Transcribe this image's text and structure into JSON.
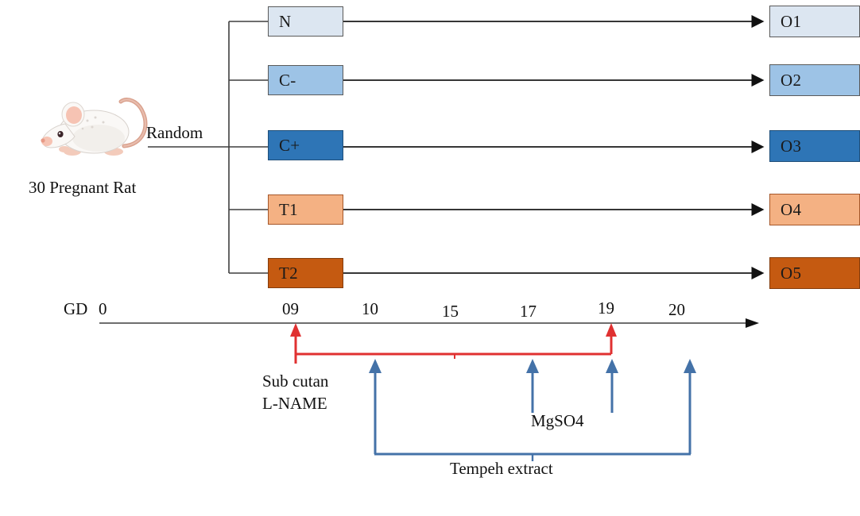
{
  "diagram": {
    "title": "Randomized pregnant rat experiment flow and gestational day timeline",
    "subject": {
      "icon": "rat-illustration",
      "caption": "30 Pregnant Rat",
      "allocation_label": "Random"
    },
    "groups": [
      {
        "id": "N",
        "label": "N",
        "color": "#DCE6F1",
        "border": "#5a5a5a",
        "outcome": "O1"
      },
      {
        "id": "C-",
        "label": "C-",
        "color": "#9DC3E6",
        "border": "#5a5a5a",
        "outcome": "O2"
      },
      {
        "id": "C+",
        "label": "C+",
        "color": "#2E75B6",
        "border": "#1F4E79",
        "outcome": "O3"
      },
      {
        "id": "T1",
        "label": "T1",
        "color": "#F4B183",
        "border": "#A5572A",
        "outcome": "O4"
      },
      {
        "id": "T2",
        "label": "T2",
        "color": "#C55A11",
        "border": "#843C0C",
        "outcome": "O5"
      }
    ],
    "outcomes": [
      {
        "label": "O1",
        "color": "#DCE6F1",
        "border": "#5a5a5a"
      },
      {
        "label": "O2",
        "color": "#9DC3E6",
        "border": "#5a5a5a"
      },
      {
        "label": "O3",
        "color": "#2E75B6",
        "border": "#1F4E79"
      },
      {
        "label": "O4",
        "color": "#F4B183",
        "border": "#A5572A"
      },
      {
        "label": "O5",
        "color": "#C55A11",
        "border": "#843C0C"
      }
    ]
  },
  "timeline": {
    "axis_label": "GD",
    "ticks": [
      "0",
      "09",
      "10",
      "15",
      "17",
      "19",
      "20"
    ],
    "tick_0": "0",
    "tick_09": "09",
    "tick_10": "10",
    "tick_15": "15",
    "tick_17": "17",
    "tick_19": "19",
    "tick_20": "20",
    "interventions": [
      {
        "name": "Sub cutan L-NAME",
        "label_line1": "Sub cutan",
        "label_line2": "L-NAME",
        "color": "#E03131",
        "span_from": "09",
        "span_to": "19"
      },
      {
        "name": "MgSO4",
        "label": "MgSO4",
        "color": "#4472A8",
        "days": [
          "17",
          "19"
        ]
      },
      {
        "name": "Tempeh extract",
        "label": "Tempeh extract",
        "color": "#4472A8",
        "span_from": "10",
        "span_to": "20"
      }
    ]
  },
  "colors": {
    "line": "#3f3f3f",
    "red": "#E03131",
    "blue": "#4472A8"
  }
}
